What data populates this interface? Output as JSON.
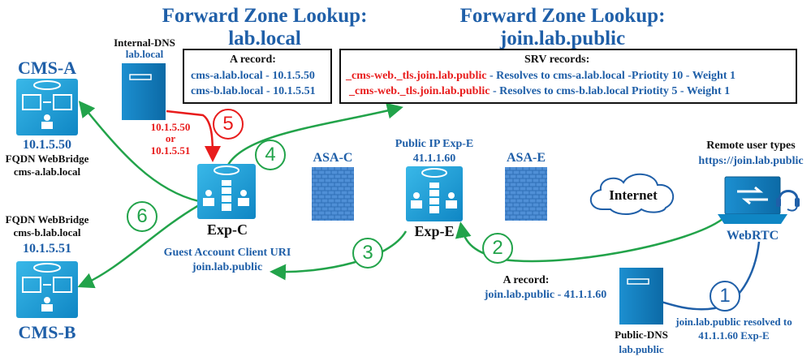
{
  "zones": {
    "lab_title_1": "Forward Zone Lookup:",
    "lab_title_2": "lab.local",
    "join_title_1": "Forward Zone Lookup:",
    "join_title_2": "join.lab.public"
  },
  "internal_dns": {
    "title": "Internal-DNS",
    "domain": "lab.local"
  },
  "a_record_box": {
    "title": "A record:",
    "row1": "cms-a.lab.local - 10.1.5.50",
    "row2": "cms-b.lab.local - 10.1.5.51"
  },
  "srv_box": {
    "title": "SRV records:",
    "row1_name": "_cms-web._tls.join.lab.public",
    "row1_desc": " - Resolves to cms-a.lab.local -Priotity 10 - Weight 1",
    "row2_name": "_cms-web._tls.join.lab.public",
    "row2_desc": " - Resolves to cms-b.lab.local Priotity 5 - Weight 1"
  },
  "cms_a": {
    "title": "CMS-A",
    "ip": "10.1.5.50",
    "fqdn_label": "FQDN WebBridge",
    "fqdn": "cms-a.lab.local"
  },
  "cms_b": {
    "title": "CMS-B",
    "ip": "10.1.5.51",
    "fqdn_label": "FQDN WebBridge",
    "fqdn": "cms-b.lab.local"
  },
  "resolve_label": {
    "l1": "10.1.5.50",
    "l2": "or",
    "l3": "10.1.5.51"
  },
  "exp_c": {
    "title": "Exp-C",
    "sub1": "Guest Account Client URI",
    "sub2": "join.lab.public"
  },
  "asa_c": {
    "title": "ASA-C"
  },
  "exp_e": {
    "pub1": "Public IP Exp-E",
    "pub2": "41.1.1.60",
    "title": "Exp-E"
  },
  "asa_e": {
    "title": "ASA-E"
  },
  "internet": {
    "label": "Internet"
  },
  "remote": {
    "l1": "Remote user types",
    "l2": "https://join.lab.public",
    "title": "WebRTC"
  },
  "public_a_record": {
    "title": "A record:",
    "row": "join.lab.public - 41.1.1.60"
  },
  "public_dns": {
    "title": "Public-DNS",
    "domain": "lab.public"
  },
  "resolved_note": {
    "l1": "join.lab.public resolved to",
    "l2": "41.1.1.60 Exp-E"
  },
  "steps": {
    "s1": "1",
    "s2": "2",
    "s3": "3",
    "s4": "4",
    "s5": "5",
    "s6": "6"
  },
  "colors": {
    "blue": "#1f5fa8",
    "green": "#22a34a",
    "red": "#e81c1c",
    "device": "#1aa0d8"
  }
}
